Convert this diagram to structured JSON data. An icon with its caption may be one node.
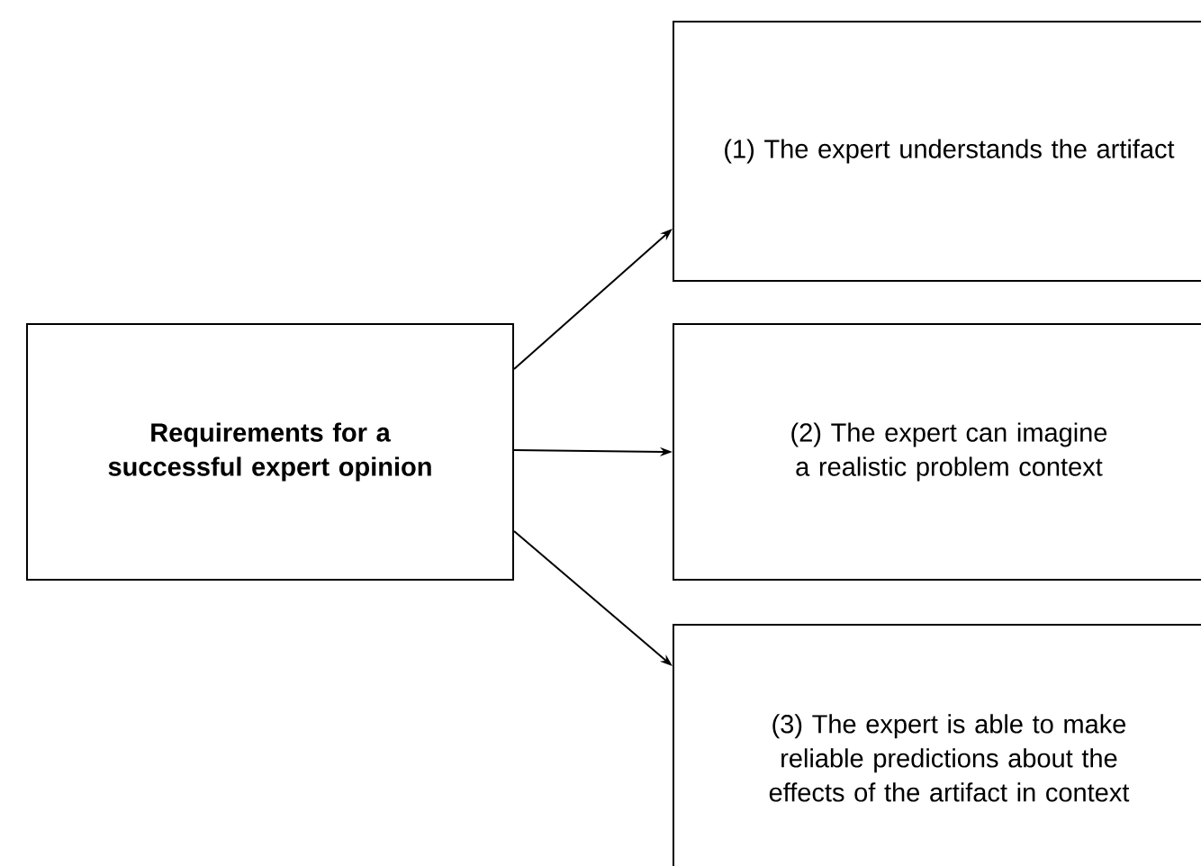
{
  "diagram": {
    "nodes": [
      {
        "text": [
          "Requirements for a successful expert opinion"
        ]
      },
      {
        "text": [
          "(1) The expert understands the artifact"
        ]
      },
      {
        "text": [
          "(2) The expert can imagine a realistic problem context"
        ]
      },
      {
        "text": [
          "(3) The expert is able to make reliable predictions about the effects of the artifact in context"
        ]
      }
    ],
    "edges": [
      {
        "from": 0,
        "to": 1,
        "arrow": "to"
      },
      {
        "from": 0,
        "to": 2,
        "arrow": "to"
      },
      {
        "from": 0,
        "to": 3,
        "arrow": "to"
      }
    ]
  }
}
